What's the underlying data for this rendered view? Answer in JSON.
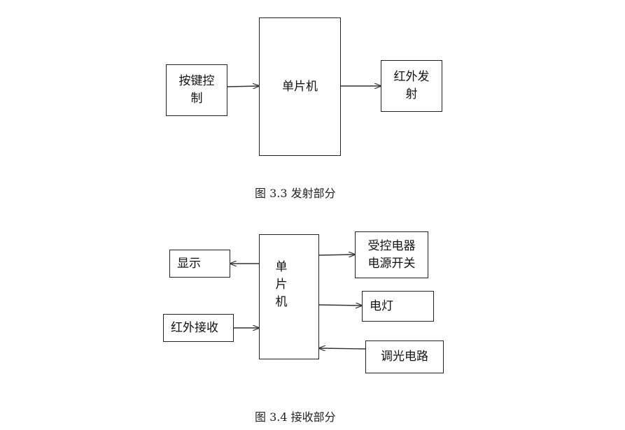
{
  "transmit": {
    "keypad_label": [
      "按键控",
      "制"
    ],
    "mcu_label": "单片机",
    "ir_transmit_label": [
      "红外发",
      "射"
    ],
    "caption": "图 3.3 发射部分"
  },
  "receive": {
    "display_label": "显示",
    "ir_receive_label": "红外接收",
    "mcu_label": [
      "单",
      "片",
      "机"
    ],
    "appliance_switch_label": [
      "受控电器",
      "电源开关"
    ],
    "lamp_label": "电灯",
    "dimmer_label": "调光电路",
    "caption": "图 3.4 接收部分"
  }
}
